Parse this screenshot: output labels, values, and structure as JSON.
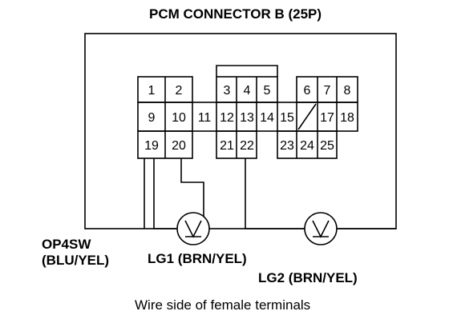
{
  "diagram": {
    "title": "PCM CONNECTOR B (25P)",
    "caption": "Wire side of female terminals",
    "terminals": [
      "1",
      "2",
      "3",
      "4",
      "5",
      "6",
      "7",
      "8",
      "9",
      "10",
      "11",
      "12",
      "13",
      "14",
      "15",
      "17",
      "18",
      "19",
      "20",
      "21",
      "22",
      "23",
      "24",
      "25"
    ],
    "wires": [
      {
        "name": "OP4SW",
        "color_code": "(BLU/YEL)"
      },
      {
        "name": "LG1 (BRN/YEL)"
      },
      {
        "name": "LG2 (BRN/YEL)"
      }
    ],
    "meter_icon": "voltmeter-icon"
  }
}
